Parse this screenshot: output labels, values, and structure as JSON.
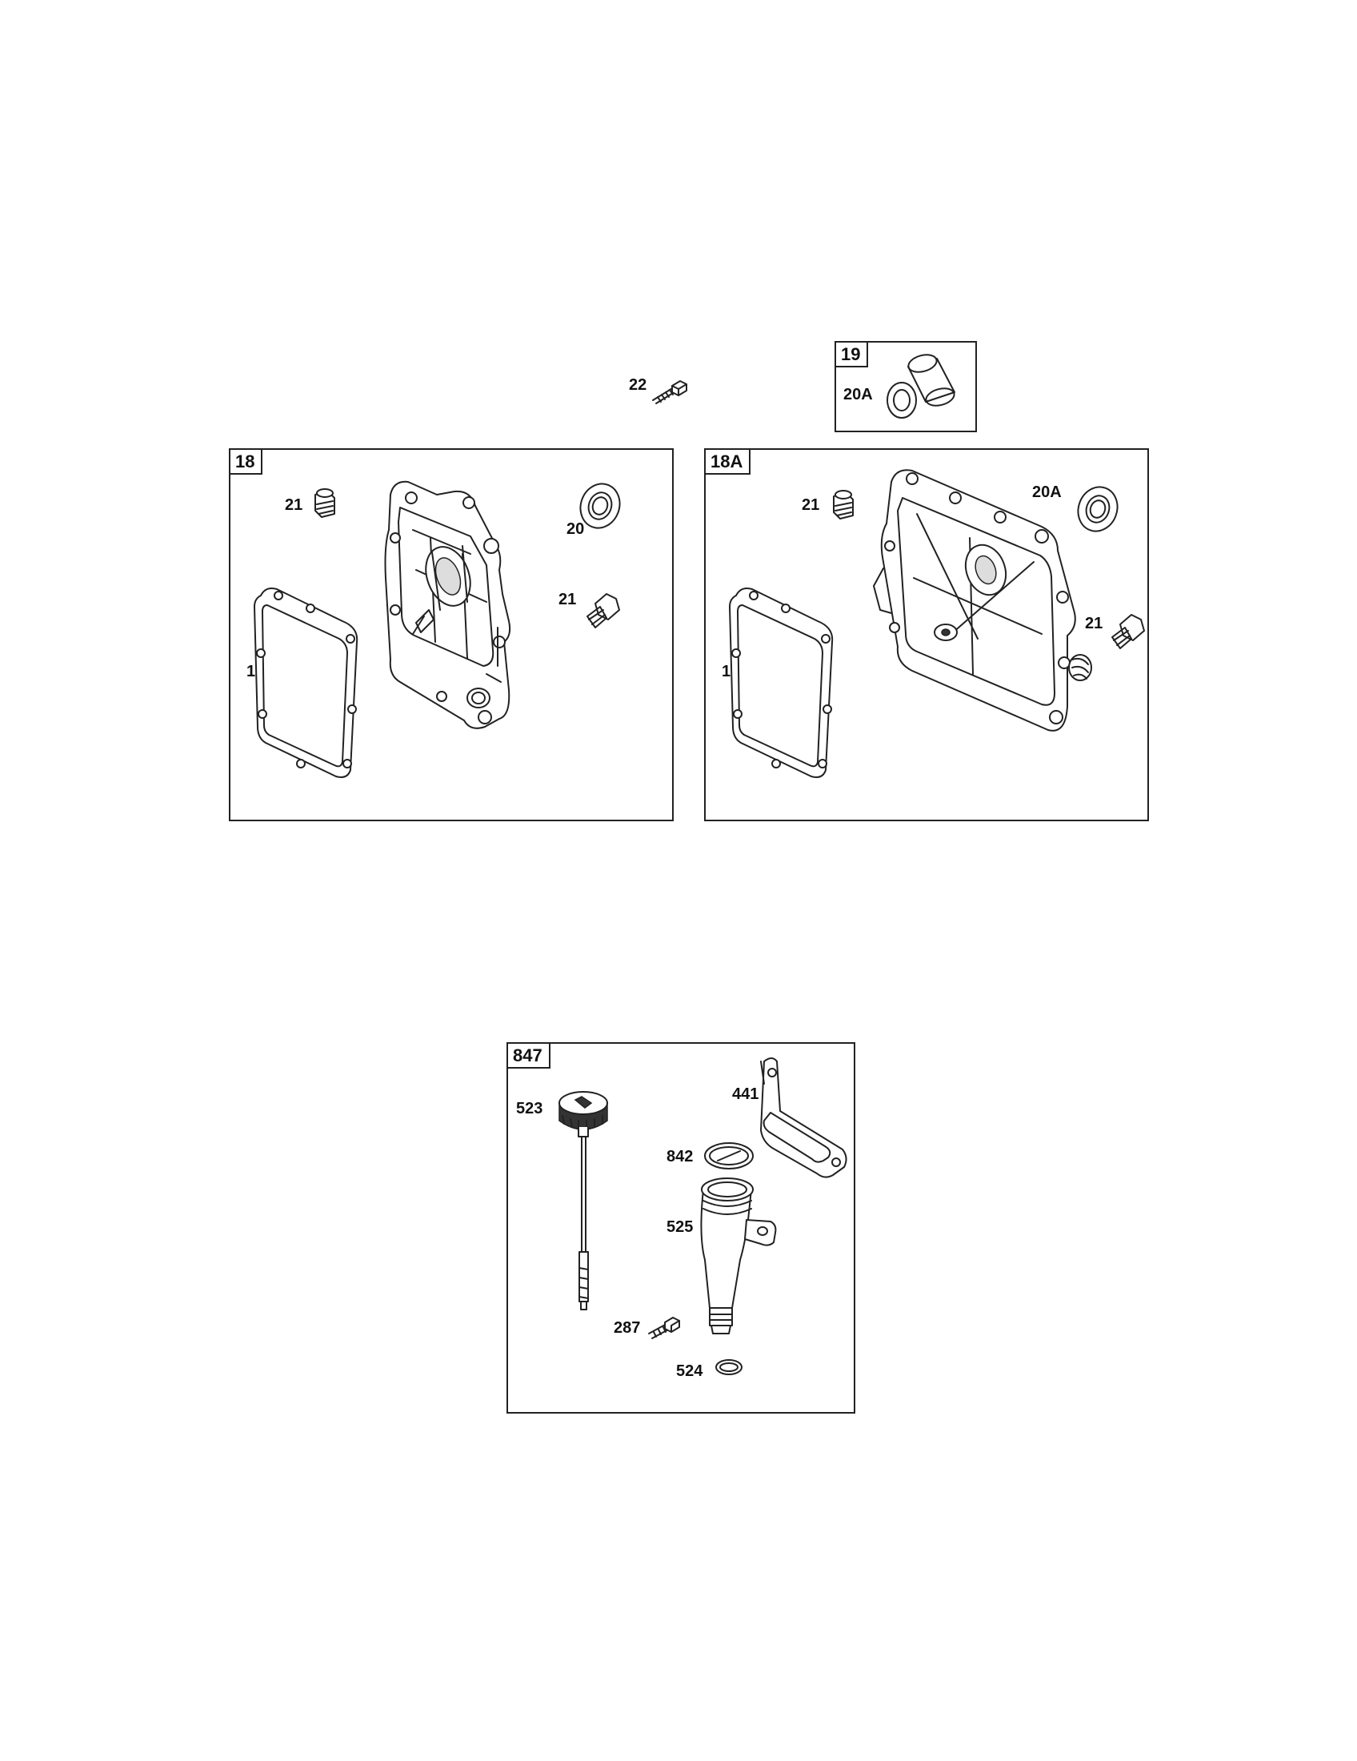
{
  "colors": {
    "ink": "#222222",
    "paper": "#ffffff"
  },
  "loose": {
    "bolt_22": "22"
  },
  "group_19": {
    "tag": "19",
    "seal_label": "20A"
  },
  "group_18": {
    "tag": "18",
    "plug_top": "21",
    "seal": "20",
    "plug_side": "21",
    "gasket": "12"
  },
  "group_18a": {
    "tag": "18A",
    "plug_top": "21",
    "seal": "20A",
    "plug_side": "21",
    "gasket": "12"
  },
  "group_847": {
    "tag": "847",
    "dipstick": "523",
    "bracket": "441",
    "oring": "842",
    "tube": "525",
    "screw": "287",
    "seal": "524"
  }
}
